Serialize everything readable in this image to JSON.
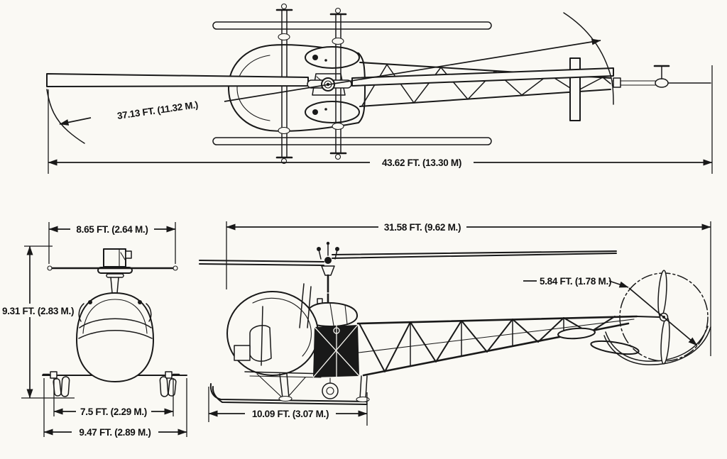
{
  "palette": {
    "paper": "#faf9f4",
    "ink": "#191919"
  },
  "drawing": {
    "subject": "helicopter-three-view"
  },
  "views": {
    "top": {
      "dims": {
        "rotor_diameter": "37.13 FT. (11.32 M.)",
        "overall_length": "43.62 FT. (13.30 M)"
      }
    },
    "front": {
      "dims": {
        "rotor_head_width": "8.65 FT. (2.64 M.)",
        "overall_height": "9.31 FT. (2.83 M.)",
        "skid_track": "7.5 FT. (2.29 M.)",
        "overall_width": "9.47 FT. (2.89 M.)"
      }
    },
    "side": {
      "dims": {
        "fuselage_length": "31.58 FT. (9.62 M.)",
        "tail_rotor_diameter": "5.84 FT. (1.78 M.)",
        "skid_length": "10.09 FT. (3.07 M.)"
      }
    }
  }
}
